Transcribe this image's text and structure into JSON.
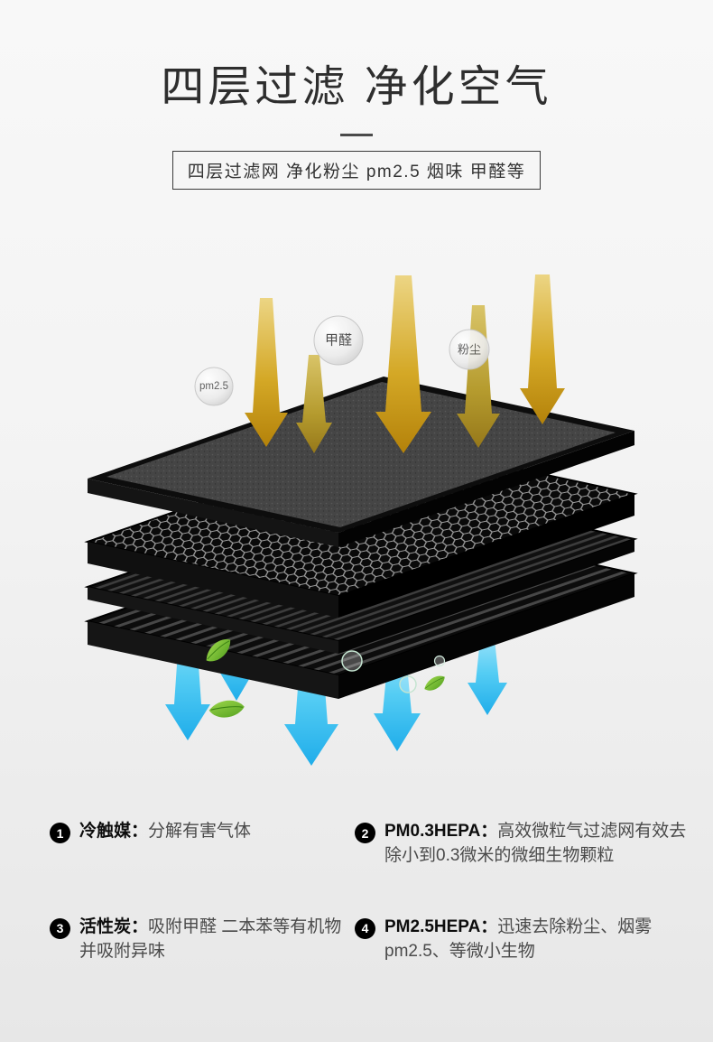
{
  "page": {
    "title": "四层过滤 净化空气",
    "subtitle": "四层过滤网 净化粉尘 pm2.5 烟味 甲醛等"
  },
  "illustration": {
    "labels": {
      "formaldehyde": "甲醛",
      "dust": "粉尘",
      "pm25": "pm2.5"
    },
    "colors": {
      "inflow_arrow_gold": "#c79410",
      "outflow_arrow_blue": "#35bced",
      "leaf_green": "#5fae2a",
      "filter_layer_dark": "#111111"
    },
    "layer_count": 4
  },
  "features": [
    {
      "num": "1",
      "name": "冷触媒：",
      "desc": "分解有害气体"
    },
    {
      "num": "2",
      "name": "PM0.3HEPA：",
      "desc": "高效微粒气过滤网有效去除小到0.3微米的微细生物颗粒"
    },
    {
      "num": "3",
      "name": "活性炭：",
      "desc": "吸附甲醛 二本苯等有机物并吸附异味"
    },
    {
      "num": "4",
      "name": "PM2.5HEPA：",
      "desc": "迅速去除粉尘、烟雾pm2.5、等微小生物"
    }
  ]
}
